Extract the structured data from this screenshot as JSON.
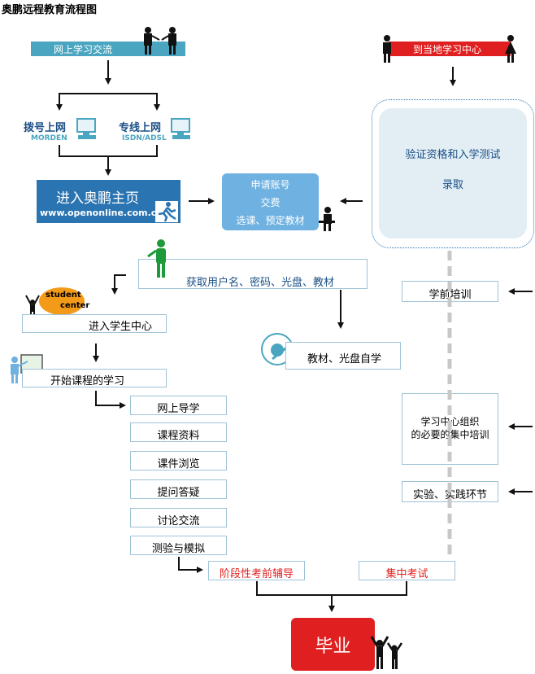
{
  "title": "奥鹏远程教育流程图",
  "top_left": {
    "banner": "网上学习交流"
  },
  "top_right": {
    "banner": "到当地学习中心"
  },
  "dial": {
    "label": "拨号上网",
    "sub": "MORDEN"
  },
  "dedicated": {
    "label": "专线上网",
    "sub": "ISDN/ADSL"
  },
  "home": {
    "label": "进入奥鹏主页",
    "url": "www.openonline.com.cn"
  },
  "apply": {
    "line1": "申请账号",
    "line2": "交费",
    "line3": "选课、预定教材"
  },
  "center_panel": {
    "line1": "验证资格和入学测试",
    "line2": "录取"
  },
  "obtain": {
    "label": "获取用户名、密码、光盘、教材"
  },
  "student_center": {
    "logo_line1": "student",
    "logo_line2": "center",
    "label": "进入学生中心"
  },
  "self_study": {
    "label": "教材、光盘自学"
  },
  "start": {
    "label": "开始课程的学习"
  },
  "steps": [
    "网上导学",
    "课程资料",
    "课件浏览",
    "提问答疑",
    "讨论交流",
    "测验与模拟"
  ],
  "right_steps": {
    "pre_training": "学前培训",
    "center_training_line1": "学习中心组织",
    "center_training_line2": "的必要的集中培训",
    "practice": "实验、实践环节"
  },
  "stage_tutoring": "阶段性考前辅导",
  "exam": "集中考试",
  "graduate": "毕业",
  "colors": {
    "teal": "#4aa6c0",
    "blue_banner": "#2a74b2",
    "red": "#e02020",
    "light_blue": "#6fb2e2",
    "green": "#1e9a3a"
  }
}
